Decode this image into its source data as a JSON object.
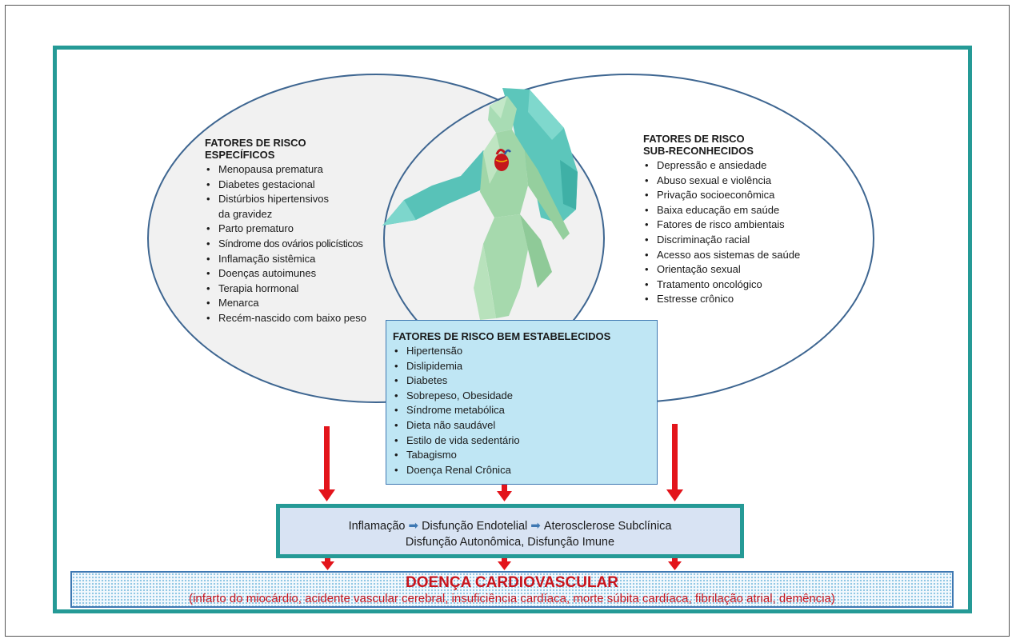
{
  "colors": {
    "teal_frame": "#259a96",
    "ellipse_stroke": "#3e6691",
    "arrow_red": "#e3141b",
    "well_box_fill": "#bfe6f4",
    "mechanism_fill": "#d8e3f3",
    "cvd_text": "#c8141c"
  },
  "specific": {
    "heading_line1": "FATORES DE RISCO",
    "heading_line2": "ESPECÍFICOS",
    "items": [
      "Menopausa prematura",
      "Diabetes gestacional",
      "Distúrbios hipertensivos\nda gravidez",
      "Parto prematuro",
      "Síndrome dos ovários policísticos",
      "Inflamação sistêmica",
      "Doenças autoimunes",
      "Terapia hormonal",
      "Menarca",
      "Recém-nascido com baixo peso"
    ]
  },
  "under_recognized": {
    "heading_line1": "FATORES DE RISCO",
    "heading_line2": "SUB-RECONHECIDOS",
    "items": [
      "Depressão e ansiedade",
      "Abuso sexual e violência",
      "Privação socioeconômica",
      "Baixa educação em saúde",
      "Fatores de risco ambientais",
      "Discriminação racial",
      "Acesso aos sistemas de saúde",
      "Orientação sexual",
      "Tratamento oncológico",
      "Estresse crônico"
    ]
  },
  "well_established": {
    "heading": "FATORES DE RISCO BEM ESTABELECIDOS",
    "items": [
      "Hipertensão",
      "Dislipidemia",
      "Diabetes",
      "Sobrepeso, Obesidade",
      "Síndrome metabólica",
      "Dieta não saudável",
      "Estilo de vida sedentário",
      "Tabagismo",
      "Doença Renal Crônica"
    ]
  },
  "mechanisms": {
    "step1": "Inflamação",
    "step2": "Disfunção Endotelial",
    "step3": "Aterosclerose Subclínica",
    "line2": "Disfunção Autonômica, Disfunção Imune",
    "arrow_glyph": "➡"
  },
  "outcome": {
    "title": "DOENÇA CARDIOVASCULAR",
    "subtitle": "(infarto do miocárdio, acidente vascular cerebral, insuficiência cardíaca, morte súbita cardíaca, fibrilação atrial, demência)"
  },
  "illustration": {
    "name": "low-poly woman figure with anatomical heart"
  }
}
